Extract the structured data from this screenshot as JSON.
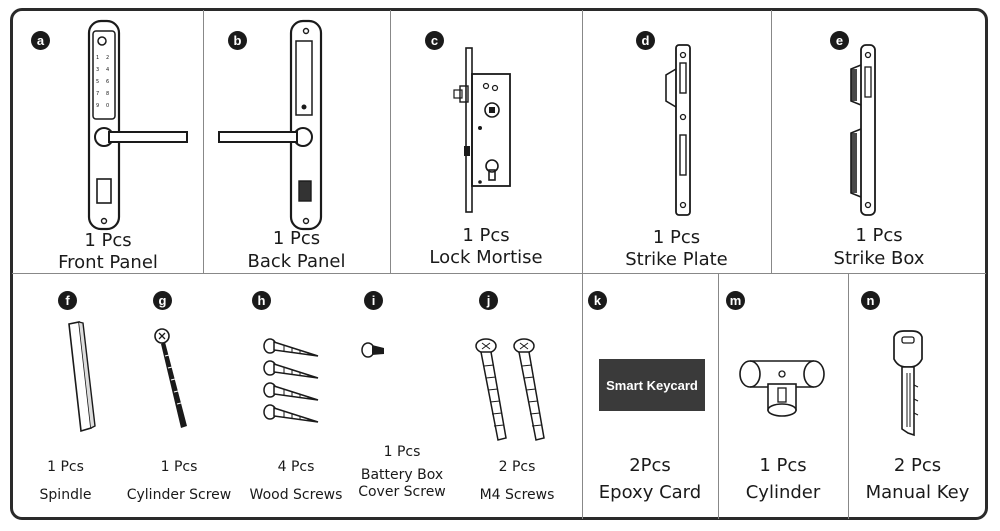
{
  "items": [
    {
      "letter": "a",
      "qty": "1 Pcs",
      "name": "Front Panel",
      "icon": "front-panel-icon"
    },
    {
      "letter": "b",
      "qty": "1 Pcs",
      "name": "Back Panel",
      "icon": "back-panel-icon"
    },
    {
      "letter": "c",
      "qty": "1 Pcs",
      "name": "Lock Mortise",
      "icon": "lock-mortise-icon"
    },
    {
      "letter": "d",
      "qty": "1 Pcs",
      "name": "Strike Plate",
      "icon": "strike-plate-icon"
    },
    {
      "letter": "e",
      "qty": "1 Pcs",
      "name": "Strike Box",
      "icon": "strike-box-icon"
    },
    {
      "letter": "f",
      "qty": "1 Pcs",
      "name": "Spindle",
      "icon": "spindle-icon"
    },
    {
      "letter": "g",
      "qty": "1 Pcs",
      "name": "Cylinder Screw",
      "icon": "cylinder-screw-icon"
    },
    {
      "letter": "h",
      "qty": "4 Pcs",
      "name": "Wood Screws",
      "icon": "wood-screws-icon"
    },
    {
      "letter": "i",
      "qty": "1 Pcs",
      "name": "Battery Box",
      "name2": "Cover Screw",
      "icon": "battery-cover-screw-icon"
    },
    {
      "letter": "j",
      "qty": "2 Pcs",
      "name": "M4 Screws",
      "icon": "m4-screws-icon"
    },
    {
      "letter": "k",
      "qty": "2Pcs",
      "name": "Epoxy Card",
      "icon": "smart-keycard-icon",
      "card_label": "Smart Keycard"
    },
    {
      "letter": "m",
      "qty": "1 Pcs",
      "name": "Cylinder",
      "icon": "cylinder-icon"
    },
    {
      "letter": "n",
      "qty": "2 Pcs",
      "name": "Manual Key",
      "icon": "manual-key-icon"
    }
  ],
  "colors": {
    "ink": "#1a1a1a",
    "card": "#3a3a3a",
    "divider": "#888888"
  }
}
